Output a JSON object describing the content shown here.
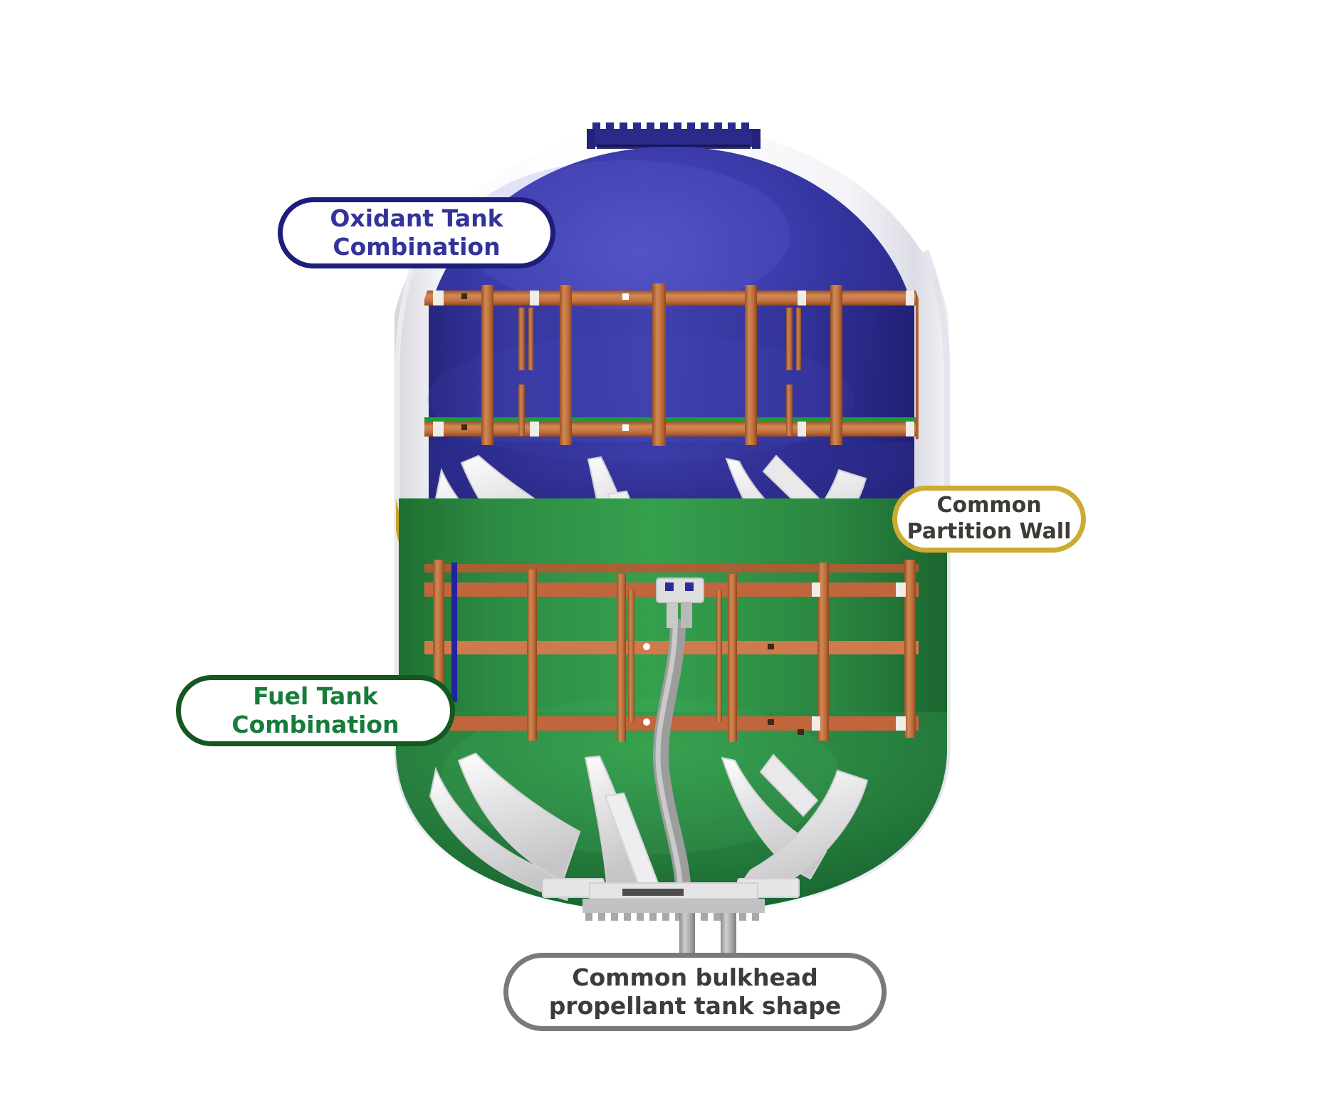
{
  "diagram": {
    "title": "Common bulkhead propellant tank shape",
    "subject": "Common bulkhead propellant tank cutaway",
    "background_color": "#ffffff"
  },
  "callouts": [
    {
      "id": "oxidant-tank",
      "line1": "Oxidant Tank",
      "line2": "Combination",
      "border_color": "#1d1d7a",
      "text_color": "#33339a"
    },
    {
      "id": "common-partition-wall",
      "line1": "Common",
      "line2": "Partition Wall",
      "border_color": "#ccab33",
      "text_color": "#3e3a35"
    },
    {
      "id": "fuel-tank",
      "line1": "Fuel Tank",
      "line2": "Combination",
      "border_color": "#14571f",
      "text_color": "#177c3a"
    },
    {
      "id": "common-bulkhead",
      "line1": "Common bulkhead",
      "line2": "propellant tank shape",
      "border_color": "#7a7a7a",
      "text_color": "#3c3c3c"
    }
  ],
  "components": {
    "oxidant_tank": {
      "name": "Oxidant tank dome",
      "fill_color": "#2c2c8f",
      "highlight_color": "#4a4ab8"
    },
    "fuel_tank": {
      "name": "Fuel tank dome",
      "fill_color": "#2a8a42",
      "highlight_color": "#3aa355"
    },
    "common_partition_wall": {
      "name": "Common partition wall",
      "fill_color": "#e0c02f"
    },
    "outer_shell": {
      "name": "Outer tank shell",
      "fill_color": "#f6f6f8"
    },
    "stringers": {
      "name": "Copper stringer and ring frame grid",
      "fill_color": "#c47a47",
      "shadow_color": "#a65a2e"
    },
    "baffles": {
      "name": "Anti-slosh baffles",
      "fill_color": "#e4e4e4"
    },
    "feed_line": {
      "name": "Propellant feed line",
      "fill_color": "#a0a0a0"
    },
    "top_flange": {
      "name": "Serrated top flange",
      "fill_color": "#2c2c8f"
    },
    "bottom_flange": {
      "name": "Serrated bottom flange",
      "fill_color": "#b4b4b4"
    },
    "green_band": {
      "name": "Green reference band in oxidant tank",
      "fill_color": "#1f9b35"
    }
  }
}
